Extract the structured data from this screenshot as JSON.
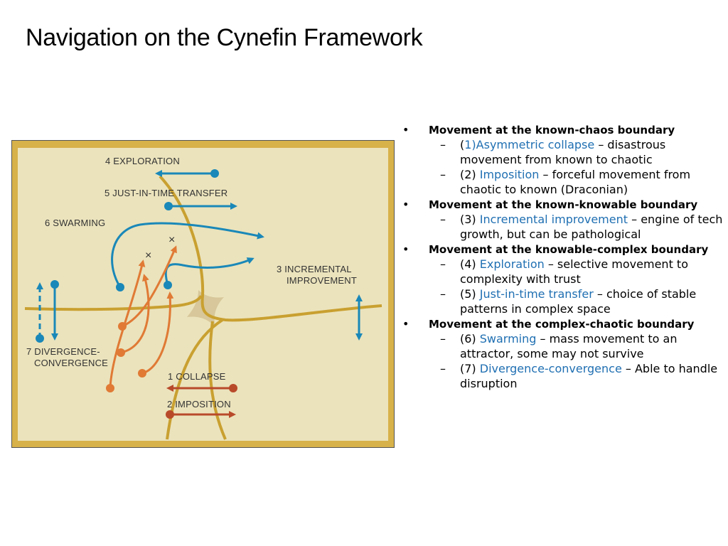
{
  "title": "Navigation on the Cynefin Framework",
  "diagram": {
    "labels": {
      "exploration": "4 EXPLORATION",
      "jit_transfer": "5 JUST-IN-TIME TRANSFER",
      "swarming": "6 SWARMING",
      "incremental_1": "3 INCREMENTAL",
      "incremental_2": "IMPROVEMENT",
      "divergence_1": "7 DIVERGENCE-",
      "divergence_2": "CONVERGENCE",
      "collapse": "1 COLLAPSE",
      "imposition": "2 IMPOSITION",
      "x_mark": "×"
    },
    "colors": {
      "blue": "#1a88b8",
      "orange": "#e07a35",
      "red": "#b84a2a",
      "gold": "#c9a030",
      "background": "#ebe3bc",
      "frame": "#d7b24a"
    }
  },
  "bullets": [
    {
      "heading": "Movement at the known-chaos boundary",
      "items": [
        {
          "prefix": "(",
          "term": "1)Asymmetric collapse",
          "rest": " – disastrous movement from known to chaotic"
        },
        {
          "prefix": "(2) ",
          "term": "Imposition",
          "rest": " – forceful movement from chaotic to known (Draconian)"
        }
      ]
    },
    {
      "heading": "Movement at the known-knowable boundary",
      "items": [
        {
          "prefix": "(3) ",
          "term": "Incremental improvement",
          "rest": " – engine of tech growth, but can be pathological"
        }
      ]
    },
    {
      "heading": "Movement at the knowable-complex boundary",
      "items": [
        {
          "prefix": "(4) ",
          "term": "Exploration",
          "rest": " – selective movement to complexity with trust"
        },
        {
          "prefix": "(5) ",
          "term": "Just-in-time transfer",
          "rest": " – choice of stable patterns in complex space"
        }
      ]
    },
    {
      "heading": "Movement at the complex-chaotic boundary",
      "items": [
        {
          "prefix": "(6) ",
          "term": "Swarming",
          "rest": " – mass movement to an attractor, some may not survive"
        },
        {
          "prefix": "(7) ",
          "term": "Divergence-convergence",
          "rest": " – Able to handle disruption"
        }
      ]
    }
  ],
  "bullet_symbol": "•",
  "dash_symbol": "–"
}
